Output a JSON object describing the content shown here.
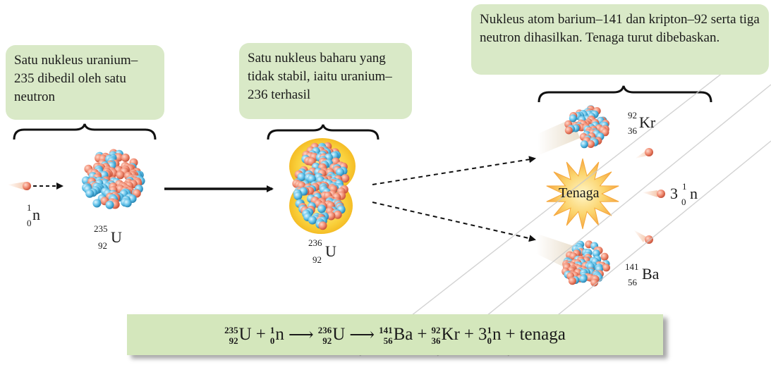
{
  "box_fission_start": "Satu nukleus uranium–235 dibedil oleh satu neutron",
  "box_unstable": "Satu nukleus baharu yang tidak stabil, iaitu uranium–236 terhasil",
  "box_products": "Nukleus atom barium–141 dan kripton–92 serta tiga neutron dihasilkan. Tenaga turut dibebaskan.",
  "energy_label": "Tenaga",
  "neutron": {
    "mass": "1",
    "atomic": "0",
    "symbol": "n"
  },
  "u235": {
    "mass": "235",
    "atomic": "92",
    "symbol": "U"
  },
  "u236": {
    "mass": "236",
    "atomic": "92",
    "symbol": "U"
  },
  "kr92": {
    "mass": "92",
    "atomic": "36",
    "symbol": "Kr"
  },
  "ba141": {
    "mass": "141",
    "atomic": "56",
    "symbol": "Ba"
  },
  "three_neutrons": {
    "coef": "3",
    "mass": "1",
    "atomic": "0",
    "symbol": "n"
  },
  "equation": {
    "u235_mass": "235",
    "u235_atomic": "92",
    "u235_symbol": "U",
    "plus1": "+",
    "n_mass": "1",
    "n_atomic": "0",
    "n_symbol": "n",
    "u236_mass": "236",
    "u236_atomic": "92",
    "u236_symbol": "U",
    "ba_mass": "141",
    "ba_atomic": "56",
    "ba_symbol": "Ba",
    "plus2": "+",
    "kr_mass": "92",
    "kr_atomic": "36",
    "kr_symbol": "Kr",
    "plus3": "+",
    "n3_coef": "3",
    "n3_mass": "1",
    "n3_atomic": "0",
    "n3_symbol": "n",
    "plus4": "+",
    "energy": "tenaga"
  },
  "colors": {
    "proton": "#f08a70",
    "neutron": "#5ec0e8",
    "glow": "#f7c52a",
    "box": "#d9e9c7",
    "equation_bar": "#d4e7bc"
  }
}
